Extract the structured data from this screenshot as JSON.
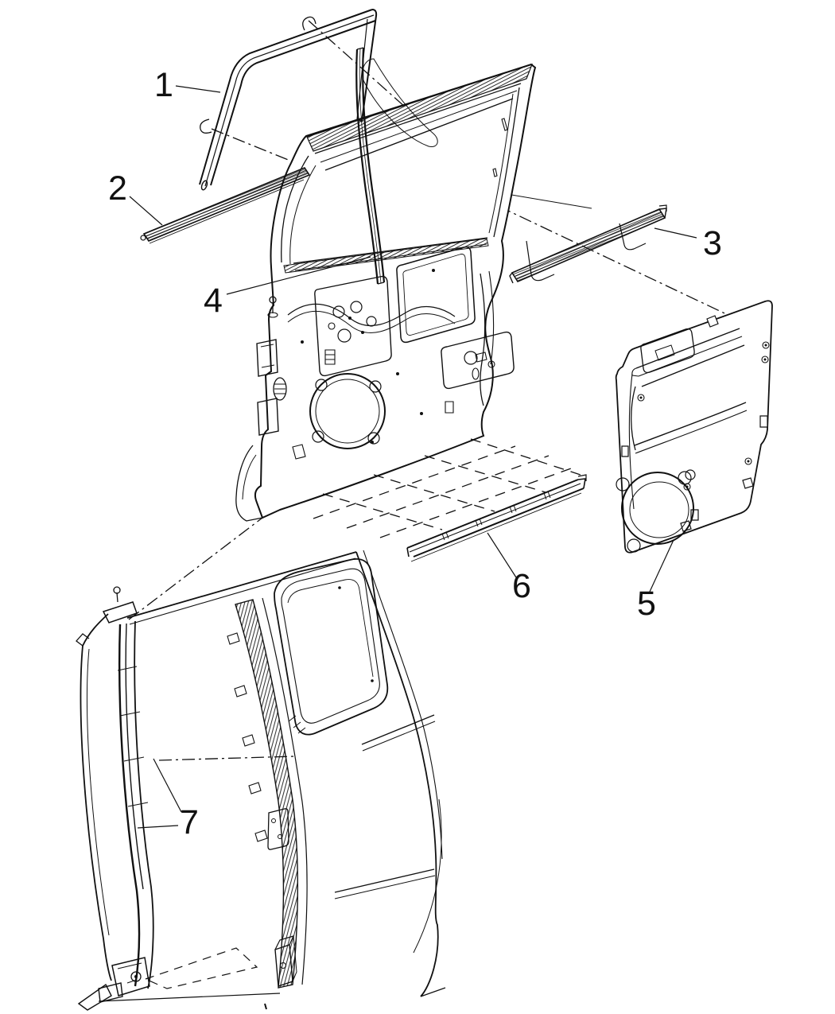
{
  "page": {
    "background": "#ffffff",
    "ink": "#111111"
  },
  "diagram": {
    "type": "exploded-parts-line-diagram",
    "subject": "rear-door-weatherstrips-and-seals",
    "callouts": [
      {
        "label": "1"
      },
      {
        "label": "2"
      },
      {
        "label": "3"
      },
      {
        "label": "4"
      },
      {
        "label": "5"
      },
      {
        "label": "6"
      },
      {
        "label": "7"
      }
    ]
  }
}
